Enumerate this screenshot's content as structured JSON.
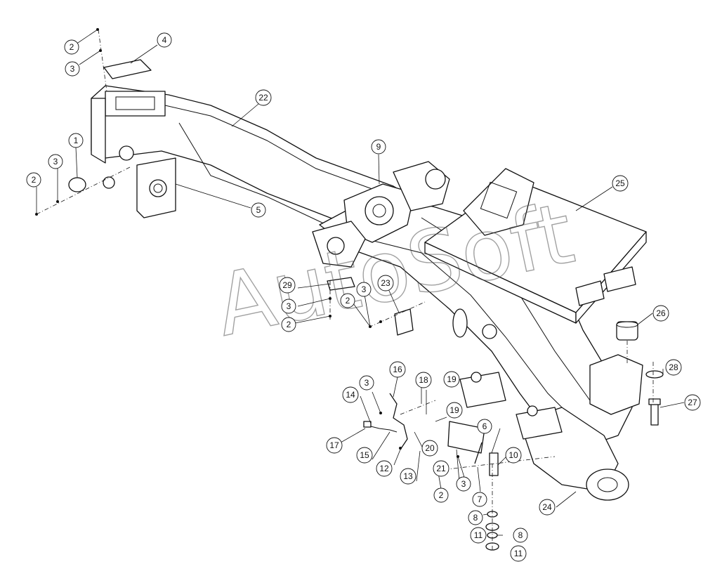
{
  "watermark": "AutoSoft",
  "callouts": [
    {
      "id": "c1",
      "label": "1"
    },
    {
      "id": "c2a",
      "label": "2"
    },
    {
      "id": "c3a",
      "label": "3"
    },
    {
      "id": "c2b",
      "label": "2"
    },
    {
      "id": "c3b",
      "label": "3"
    },
    {
      "id": "c4",
      "label": "4"
    },
    {
      "id": "c5",
      "label": "5"
    },
    {
      "id": "c22",
      "label": "22"
    },
    {
      "id": "c9",
      "label": "9"
    },
    {
      "id": "c25",
      "label": "25"
    },
    {
      "id": "c29",
      "label": "29"
    },
    {
      "id": "c3c",
      "label": "3"
    },
    {
      "id": "c2c",
      "label": "2"
    },
    {
      "id": "c3d",
      "label": "3"
    },
    {
      "id": "c23",
      "label": "23"
    },
    {
      "id": "c2d",
      "label": "2"
    },
    {
      "id": "c26",
      "label": "26"
    },
    {
      "id": "c28",
      "label": "28"
    },
    {
      "id": "c27",
      "label": "27"
    },
    {
      "id": "c16",
      "label": "16"
    },
    {
      "id": "c3e",
      "label": "3"
    },
    {
      "id": "c14",
      "label": "14"
    },
    {
      "id": "c18",
      "label": "18"
    },
    {
      "id": "c19a",
      "label": "19"
    },
    {
      "id": "c19b",
      "label": "19"
    },
    {
      "id": "c17",
      "label": "17"
    },
    {
      "id": "c15",
      "label": "15"
    },
    {
      "id": "c20",
      "label": "20"
    },
    {
      "id": "c12",
      "label": "12"
    },
    {
      "id": "c13",
      "label": "13"
    },
    {
      "id": "c21",
      "label": "21"
    },
    {
      "id": "c6",
      "label": "6"
    },
    {
      "id": "c10",
      "label": "10"
    },
    {
      "id": "c2e",
      "label": "2"
    },
    {
      "id": "c3f",
      "label": "3"
    },
    {
      "id": "c7",
      "label": "7"
    },
    {
      "id": "c24",
      "label": "24"
    },
    {
      "id": "c8a",
      "label": "8"
    },
    {
      "id": "c11a",
      "label": "11"
    },
    {
      "id": "c8b",
      "label": "8"
    },
    {
      "id": "c11b",
      "label": "11"
    }
  ]
}
